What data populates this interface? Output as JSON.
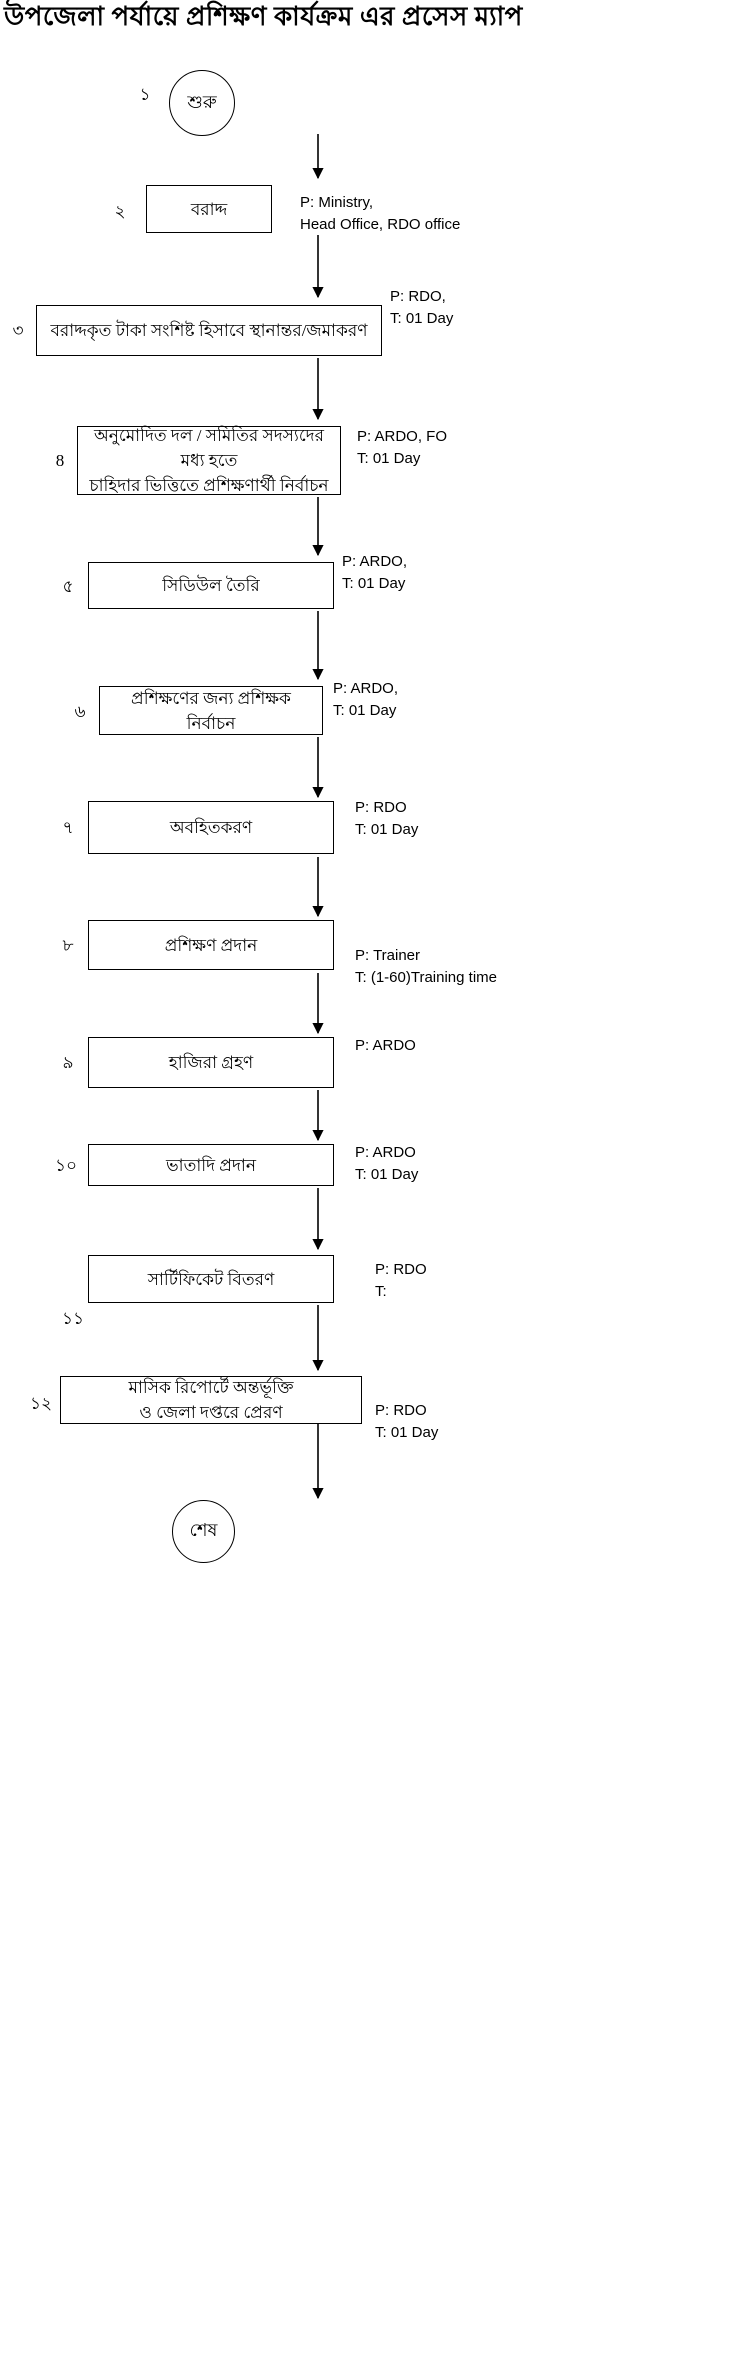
{
  "title": "উপজেলা পর্যায়ে প্রশিক্ষণ কার্যক্রম এর প্রসেস ম্যাপ",
  "chart_data": {
    "type": "diagram",
    "diagram_kind": "process-flowchart",
    "title": "উপজেলা পর্যায়ে প্রশিক্ষণ কার্যক্রম এর প্রসেস ম্যাপ",
    "orientation": "top-to-bottom",
    "node_count": 14,
    "edge_style": "single-headed-arrow",
    "colors": {
      "stroke": "#000000",
      "fill": "#ffffff",
      "text": "#000000"
    }
  },
  "nodes": [
    {
      "id": "start",
      "shape": "circle",
      "index": "১",
      "label": "শুরু",
      "annotation": ""
    },
    {
      "id": "step2",
      "shape": "rect",
      "index": "২",
      "label": "বরাদ্দ",
      "annotation": "P:  Ministry,\n      Head Office, RDO office"
    },
    {
      "id": "step3",
      "shape": "rect",
      "index": "৩",
      "label": "বরাদ্দকৃত টাকা সংশিষ্ট হিসাবে স্থানান্তর/জমাকরণ",
      "annotation": "P:  RDO,\nT:  01 Day"
    },
    {
      "id": "step4",
      "shape": "rect",
      "index": "8",
      "label": "অনুমোদিত দল / সমিতির সদস্যদের মধ্য হতে\nচাহিদার ভিত্তিতে প্রশিক্ষণার্থী নির্বাচন",
      "annotation": "P:  ARDO, FO\nT:  01 Day"
    },
    {
      "id": "step5",
      "shape": "rect",
      "index": "৫",
      "label": "সিডিউল তৈরি",
      "annotation": "P:  ARDO,\nT:  01 Day"
    },
    {
      "id": "step6",
      "shape": "rect",
      "index": "৬",
      "label": "প্রশিক্ষণের জন্য প্রশিক্ষক নির্বাচন",
      "annotation": "P:  ARDO,\nT:  01 Day"
    },
    {
      "id": "step7",
      "shape": "rect",
      "index": "৭",
      "label": "অবহিতকরণ",
      "annotation": "P: RDO\nT:  01 Day"
    },
    {
      "id": "step8",
      "shape": "rect",
      "index": "৮",
      "label": "প্রশিক্ষণ প্রদান",
      "annotation": "P: Trainer\nT:  (1-60)Training time"
    },
    {
      "id": "step9",
      "shape": "rect",
      "index": "৯",
      "label": "হাজিরা গ্রহণ",
      "annotation": "P: ARDO"
    },
    {
      "id": "step10",
      "shape": "rect",
      "index": "১০",
      "label": "ভাতাদি প্রদান",
      "annotation": "P: ARDO\nT:  01 Day"
    },
    {
      "id": "step11",
      "shape": "rect",
      "index": "১১",
      "label": "সার্টিফিকেট বিতরণ",
      "annotation": "P: RDO\nT:"
    },
    {
      "id": "step12",
      "shape": "rect",
      "index": "১২",
      "label": "মাসিক রিপোর্টে অন্তর্ভূক্তি\nও জেলা দপ্তরে প্রেরণ",
      "annotation": "P: RDO\nT:  01 Day"
    },
    {
      "id": "end",
      "shape": "circle",
      "index": "",
      "label": "শেষ",
      "annotation": ""
    }
  ]
}
